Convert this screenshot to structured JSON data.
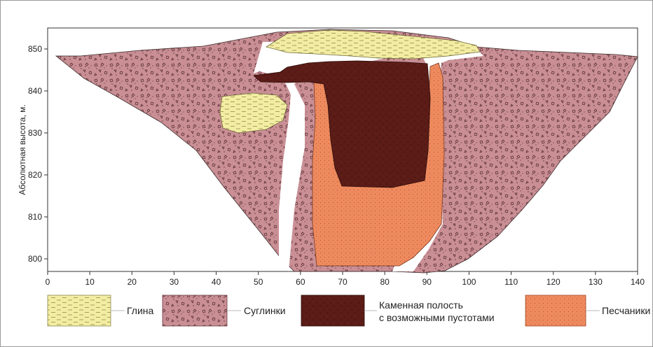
{
  "axes": {
    "ylabel": "Абсолютная высота, м.",
    "y_ticks": [
      "850",
      "840",
      "830",
      "820",
      "810",
      "800"
    ],
    "x_ticks": [
      "0",
      "10",
      "20",
      "30",
      "40",
      "50",
      "60",
      "70",
      "80",
      "90",
      "100",
      "110",
      "120",
      "130",
      "140"
    ],
    "xlim": [
      0,
      140
    ],
    "ylim": [
      797,
      855
    ]
  },
  "legend": [
    {
      "id": "clay",
      "label": "Глина",
      "color": "#f3eda4",
      "pattern": "dashes"
    },
    {
      "id": "loam",
      "label": "Суглинки",
      "color": "#c98f95",
      "pattern": "rubble"
    },
    {
      "id": "cavity",
      "label": "Каменная полость",
      "label2": "с возможными пустотами",
      "color": "#5b1c17",
      "pattern": "specks"
    },
    {
      "id": "sand",
      "label": "Песчаники",
      "color": "#ee8a5e",
      "pattern": "dots"
    }
  ]
}
